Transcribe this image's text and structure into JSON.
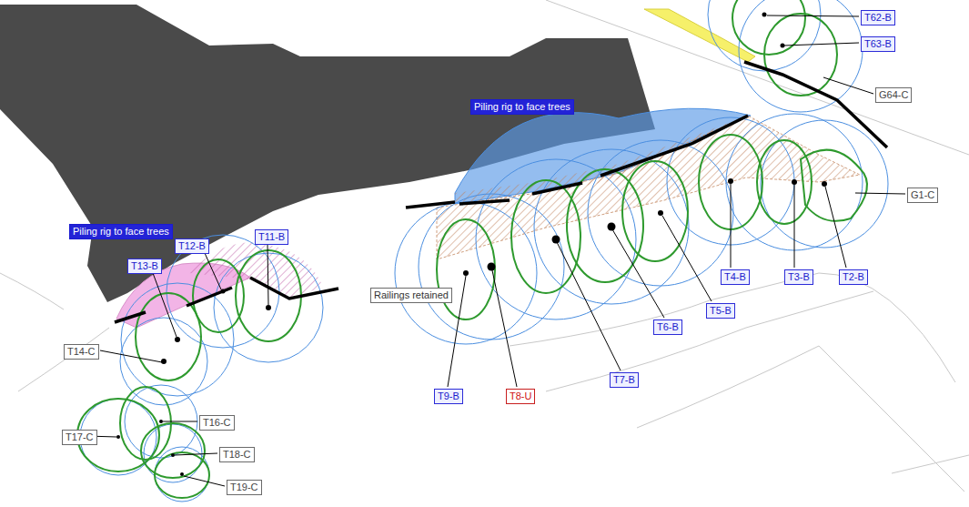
{
  "diagram": {
    "nodes": [
      {
        "text": [
          "T62-B"
        ]
      },
      {
        "text": [
          "T63-B"
        ]
      },
      {
        "text": [
          "G64-C"
        ]
      },
      {
        "text": [
          "Piling rig to face trees"
        ]
      },
      {
        "text": [
          "G1-C"
        ]
      },
      {
        "text": [
          "Piling rig to face trees"
        ]
      },
      {
        "text": [
          "T11-B"
        ]
      },
      {
        "text": [
          "T12-B"
        ]
      },
      {
        "text": [
          "T13-B"
        ]
      },
      {
        "text": [
          "Railings retained"
        ]
      },
      {
        "text": [
          "T4-B"
        ]
      },
      {
        "text": [
          "T3-B"
        ]
      },
      {
        "text": [
          "T2-B"
        ]
      },
      {
        "text": [
          "T5-B"
        ]
      },
      {
        "text": [
          "T6-B"
        ]
      },
      {
        "text": [
          "T14-C"
        ]
      },
      {
        "text": [
          "T16-C"
        ]
      },
      {
        "text": [
          "T9-B"
        ]
      },
      {
        "text": [
          "T8-U"
        ]
      },
      {
        "text": [
          "T7-B"
        ]
      },
      {
        "text": [
          "T17-C"
        ]
      },
      {
        "text": [
          "T18-C"
        ]
      },
      {
        "text": [
          "T19-C"
        ]
      }
    ]
  }
}
